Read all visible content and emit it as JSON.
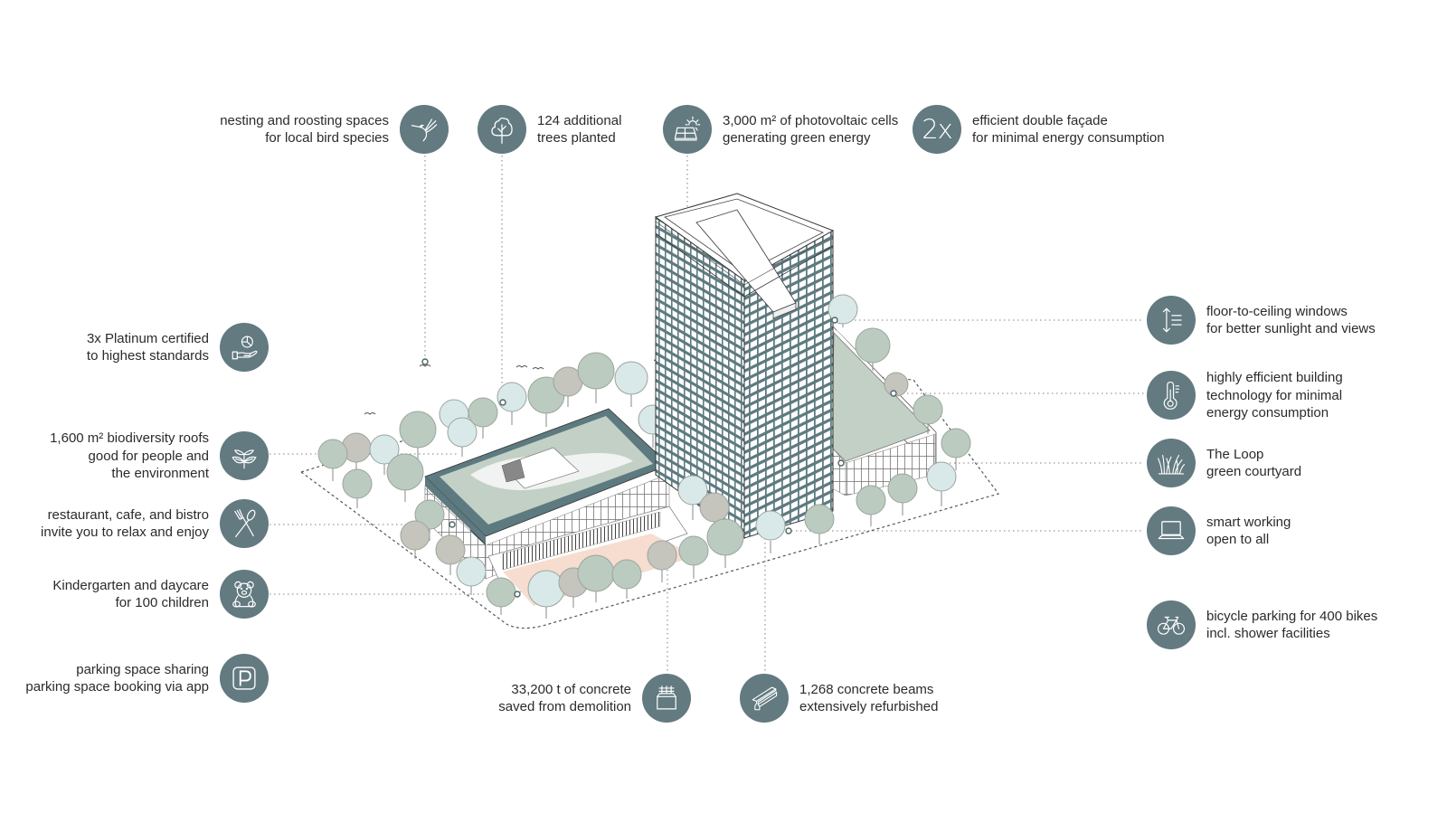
{
  "colors": {
    "icon_circle": "#627a80",
    "text": "#2b2b2b",
    "tree_green": "#bccbc0",
    "tree_mint": "#d9e9e9",
    "tree_grey": "#c5c4bd",
    "roof_green": "#c3d0c5",
    "facade_teal": "#5d7a80",
    "courtyard_peach": "#f6ddd0",
    "leader_line": "#9a9a9a"
  },
  "features": {
    "birds": {
      "icon": "hummingbird-icon",
      "lines": [
        "nesting and roosting spaces",
        "for local bird species"
      ]
    },
    "trees": {
      "icon": "tree-icon",
      "lines": [
        "124 additional",
        "trees planted"
      ]
    },
    "solar": {
      "icon": "solar-panel-icon",
      "lines": [
        "3,000 m² of photovoltaic cells",
        "generating green energy"
      ]
    },
    "facade": {
      "icon": "2x-badge",
      "badge_text": "2x",
      "lines": [
        "efficient double façade",
        "for minimal energy consumption"
      ]
    },
    "platinum": {
      "icon": "certificate-hand-icon",
      "lines": [
        "3x Platinum certified",
        "to highest standards"
      ]
    },
    "roofs": {
      "icon": "sprout-icon",
      "lines": [
        "1,600 m² biodiversity roofs",
        "good for people and",
        "the environment"
      ]
    },
    "restaurant": {
      "icon": "fork-spoon-icon",
      "lines": [
        "restaurant, cafe, and bistro",
        "invite you to relax and enjoy"
      ]
    },
    "kindergarten": {
      "icon": "teddy-bear-icon",
      "lines": [
        "Kindergarten and daycare",
        "for 100 children"
      ]
    },
    "parking": {
      "icon": "parking-icon",
      "lines": [
        "parking space sharing",
        "parking space booking via app"
      ]
    },
    "concrete": {
      "icon": "concrete-block-icon",
      "lines": [
        "33,200 t of concrete",
        "saved from demolition"
      ]
    },
    "beams": {
      "icon": "concrete-beam-icon",
      "lines": [
        "1,268 concrete beams",
        "extensively refurbished"
      ]
    },
    "windows": {
      "icon": "floor-ceiling-icon",
      "lines": [
        "floor-to-ceiling windows",
        "for better sunlight and views"
      ]
    },
    "technology": {
      "icon": "thermometer-icon",
      "lines": [
        "highly efficient building",
        "technology for minimal",
        "energy consumption"
      ]
    },
    "loop": {
      "icon": "grass-icon",
      "lines": [
        "The Loop",
        "green courtyard"
      ]
    },
    "smart": {
      "icon": "laptop-icon",
      "lines": [
        "smart working",
        "open to all"
      ]
    },
    "bicycle": {
      "icon": "bicycle-icon",
      "lines": [
        "bicycle parking for 400 bikes",
        "incl. shower facilities"
      ]
    }
  }
}
